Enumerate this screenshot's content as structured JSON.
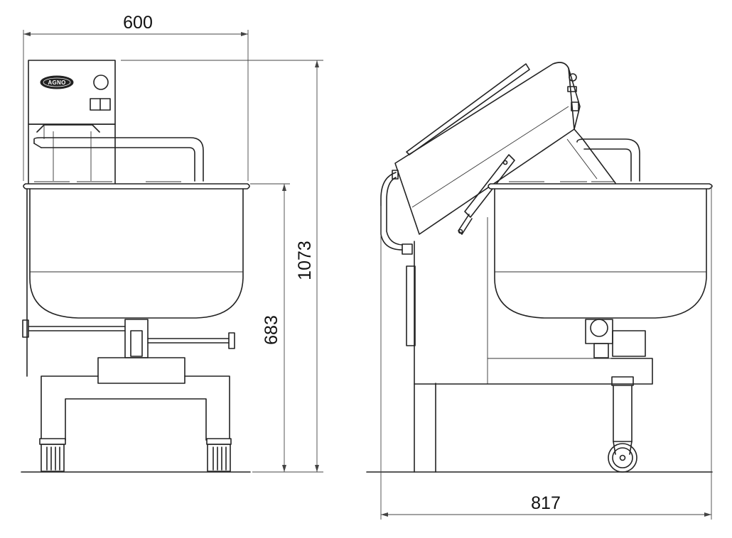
{
  "dimensions": {
    "width_front": "600",
    "height_total": "1073",
    "height_bowl_rim": "683",
    "depth_side": "817"
  },
  "logo": {
    "text": "AGNO"
  },
  "colors": {
    "line": "#222222",
    "background": "#ffffff"
  }
}
